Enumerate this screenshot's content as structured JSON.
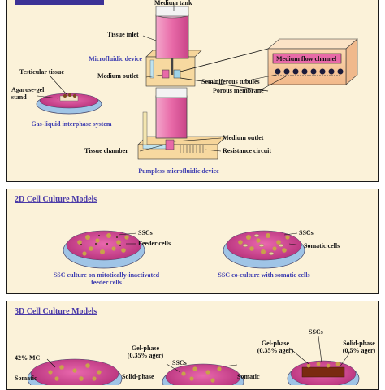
{
  "organ": {
    "medium_tank": "Medium tank",
    "tissue_inlet": "Tissue inlet",
    "microfluidic_device": "Microfluidic device",
    "medium_outlet_top": "Medium outlet",
    "medium_flow_channel": "Medium flow channel",
    "seminiferous_tubules": "Seminiferous tubules",
    "porous_membrane": "Porous membrane",
    "testicular_tissue": "Testicular tissue",
    "agarose_gel_stand": "Agarose-gel stand",
    "gas_liquid_system": "Gas-liquid interphase system",
    "medium_outlet_bottom": "Medium outlet",
    "tissue_chamber": "Tissue chamber",
    "resistance_circuit": "Resistance circuit",
    "pumpless_device": "Pumpless microfluidic device"
  },
  "culture2d": {
    "title": "2D Cell Culture Models",
    "left_sscs": "SSCs",
    "left_feeder": "Feeder cells",
    "left_caption": "SSC culture on mitotically-inactivated feeder cells",
    "right_sscs": "SSCs",
    "right_somatic": "Somatic cells",
    "right_caption": "SSC co-culture with somatic cells"
  },
  "culture3d": {
    "title": "3D Cell Culture Models",
    "mc": "42% MC",
    "somatic_left": "Somatic",
    "gel_phase_mid": "Gel-phase (0.35% ager)",
    "sscs_mid": "SSCs",
    "solid_phase_mid": "Solid-phase",
    "somatic_mid": "Somatic",
    "gel_phase_right": "Gel-phase (0.35% ager)",
    "sscs_right": "SSCs",
    "solid_phase_right": "Solid-phase (0.5% ager)"
  },
  "colors": {
    "panel_bg": "#fbf2d9",
    "medium_pink": "#e0559a",
    "dish_blue": "#8fb8e0",
    "title_purple": "#4a3aa8",
    "caption_blue": "#3a3ab0"
  }
}
